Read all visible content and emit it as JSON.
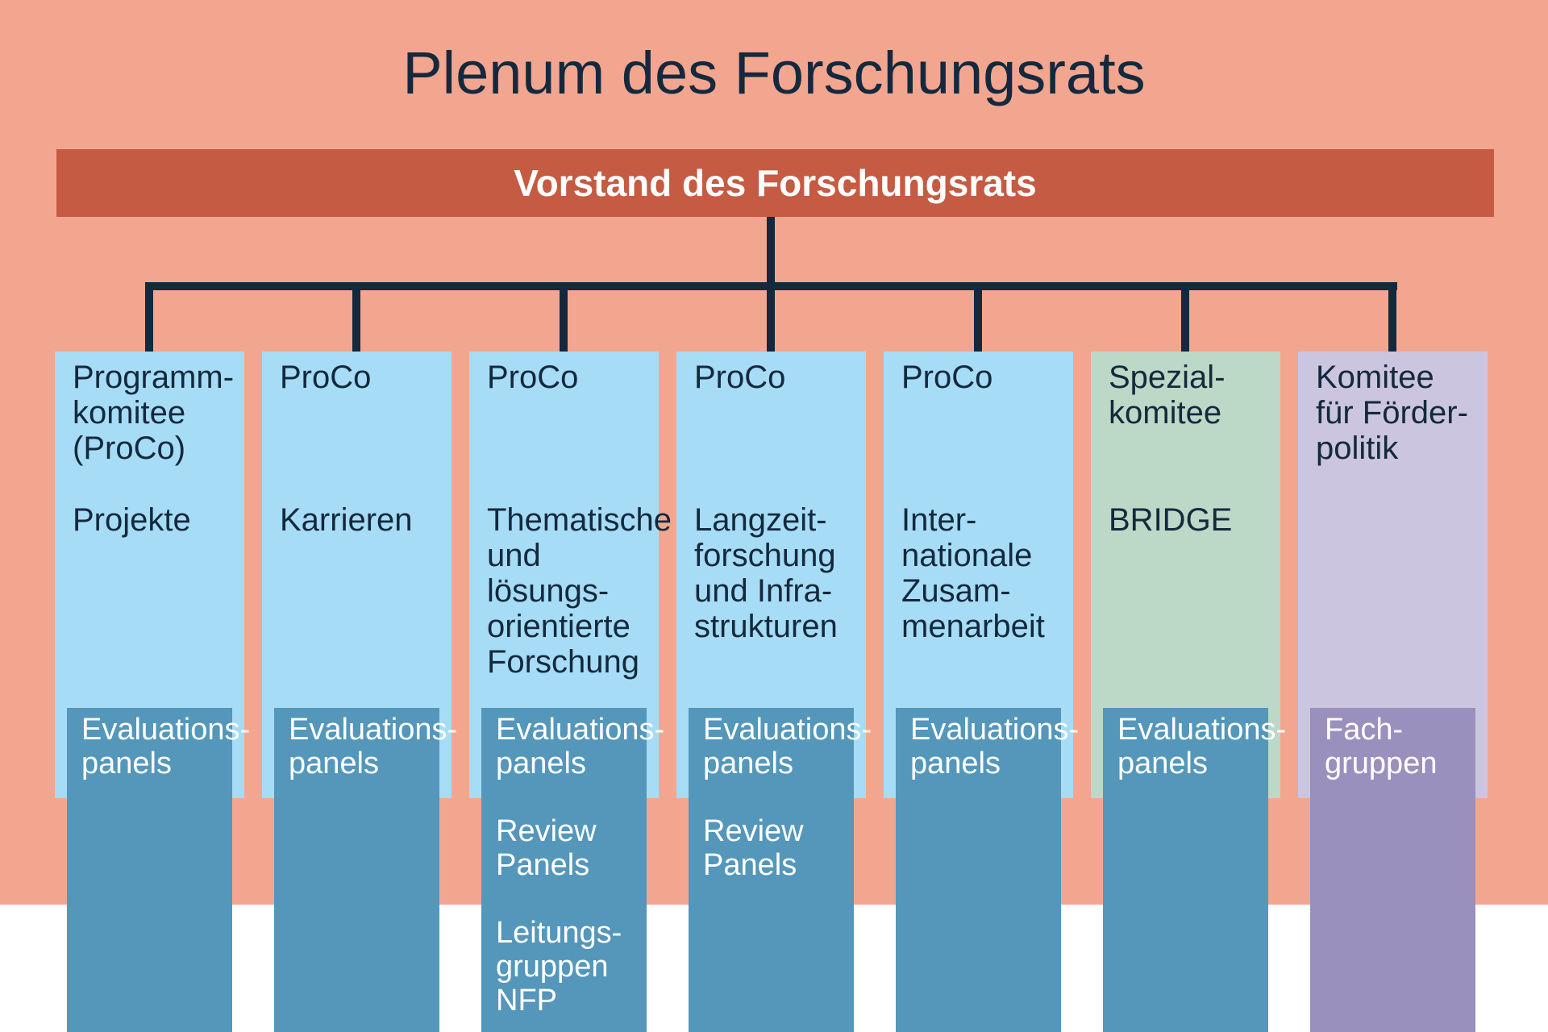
{
  "title": "Plenum des Forschungsrats",
  "banner": {
    "label": "Vorstand des Forschungsrats"
  },
  "colors": {
    "salmon": "#F3A68F",
    "banner_red": "#C55B42",
    "navy": "#14293D",
    "light_blue": "#A6DCF6",
    "blue_dark": "#5497BB",
    "green": "#BCD8C6",
    "lavender": "#CBC5DF",
    "purple_dark": "#9A90BE",
    "panel_text": "#FFFFFF"
  },
  "columns": [
    {
      "id": "programmkomitee-projekte",
      "variant": "blue",
      "title_lines": [
        "Programm-",
        "komitee",
        "(ProCo)"
      ],
      "subtitle_lines": [
        "Projekte"
      ],
      "panel": {
        "variant": "blue-dark",
        "blocks": [
          [
            "Evaluations-",
            "panels"
          ]
        ]
      }
    },
    {
      "id": "proco-karrieren",
      "variant": "blue",
      "title_lines": [
        "ProCo"
      ],
      "subtitle_lines": [
        "Karrieren"
      ],
      "panel": {
        "variant": "blue-dark",
        "blocks": [
          [
            "Evaluations-",
            "panels"
          ]
        ]
      }
    },
    {
      "id": "proco-thematische-forschung",
      "variant": "blue",
      "title_lines": [
        "ProCo"
      ],
      "subtitle_lines": [
        "Thematische",
        "und lösungs-",
        "orientierte",
        "Forschung"
      ],
      "panel": {
        "variant": "blue-dark",
        "blocks": [
          [
            "Evaluations-",
            "panels"
          ],
          [
            "Review",
            "Panels"
          ],
          [
            "Leitungs-",
            "gruppen",
            "NFP"
          ]
        ]
      }
    },
    {
      "id": "proco-langzeitforschung",
      "variant": "blue",
      "title_lines": [
        "ProCo"
      ],
      "subtitle_lines": [
        "Langzeit-",
        "forschung",
        "und Infra-",
        "strukturen"
      ],
      "panel": {
        "variant": "blue-dark",
        "blocks": [
          [
            "Evaluations-",
            "panels"
          ],
          [
            "Review",
            "Panels"
          ]
        ]
      }
    },
    {
      "id": "proco-internationale-zusammenarbeit",
      "variant": "blue",
      "title_lines": [
        "ProCo"
      ],
      "subtitle_lines": [
        "Inter-",
        "nationale",
        "Zusam-",
        "menarbeit"
      ],
      "panel": {
        "variant": "blue-dark",
        "blocks": [
          [
            "Evaluations-",
            "panels"
          ]
        ]
      }
    },
    {
      "id": "spezialkomitee-bridge",
      "variant": "green",
      "title_lines": [
        "Spezial-",
        "komitee"
      ],
      "subtitle_lines": [
        "BRIDGE"
      ],
      "panel": {
        "variant": "blue-dark",
        "blocks": [
          [
            "Evaluations-",
            "panels"
          ]
        ]
      }
    },
    {
      "id": "komitee-foerderpolitik",
      "variant": "purple",
      "title_lines": [
        "Komitee",
        "für Förder-",
        "politik"
      ],
      "subtitle_lines": [],
      "panel": {
        "variant": "purple-dark",
        "blocks": [
          [
            "Fach-",
            "gruppen"
          ]
        ]
      }
    }
  ],
  "layout_note": ""
}
